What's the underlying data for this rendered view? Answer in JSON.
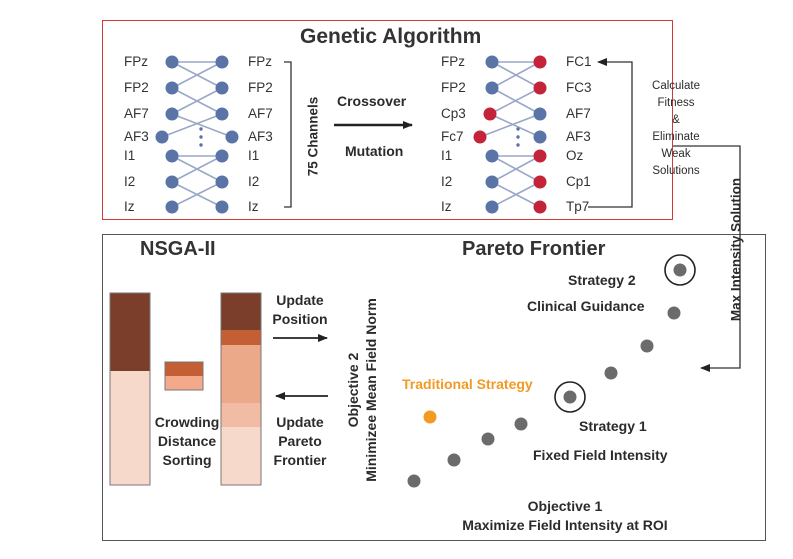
{
  "colors": {
    "node_blue": "#5a74a8",
    "node_red": "#c4243a",
    "edge": "#9aa8c8",
    "ga_border": "#d23a3a",
    "traditional": "#f19a24",
    "gray_point": "#6b6b6b",
    "bar_dark": "#7a3e2a",
    "bar_light": "#f7d9cc"
  },
  "ga": {
    "title": "Genetic Algorithm",
    "left_labels": [
      "FPz",
      "FP2",
      "AF7",
      "AF3",
      "I1",
      "I2",
      "Iz"
    ],
    "right_labels": [
      "FPz",
      "FP2",
      "AF7",
      "AF3",
      "I1",
      "I2",
      "Iz"
    ],
    "channels_label": "75 Channels",
    "crossover": "Crossover",
    "mutation": "Mutation",
    "out_left_labels": [
      "FPz",
      "FP2",
      "Cp3",
      "Fc7",
      "I1",
      "I2",
      "Iz"
    ],
    "out_right_labels": [
      "FC1",
      "FC3",
      "AF7",
      "AF3",
      "Oz",
      "Cp1",
      "Tp7"
    ],
    "fitness_lines": [
      "Calculate",
      "Fitness",
      "&",
      "Eliminate",
      "Weak",
      "Solutions"
    ]
  },
  "side": {
    "max_intensity": "Max Intensity Solution"
  },
  "nsga": {
    "title": "NSGA-II",
    "update_position": [
      "Update",
      "Position"
    ],
    "update_frontier": [
      "Update",
      "Pareto",
      "Frontier"
    ],
    "crowding": [
      "Crowding",
      "Distance",
      "Sorting"
    ]
  },
  "pareto": {
    "title": "Pareto Frontier",
    "objective2": [
      "Objective 2",
      "Minimizee Mean Field Norm"
    ],
    "objective1": [
      "Objective 1",
      "Maximize Field Intensity at ROI"
    ],
    "traditional": "Traditional Strategy",
    "strategy2": "Strategy 2",
    "clinical": "Clinical Guidance",
    "strategy1": "Strategy 1",
    "fixed": "Fixed Field Intensity"
  }
}
